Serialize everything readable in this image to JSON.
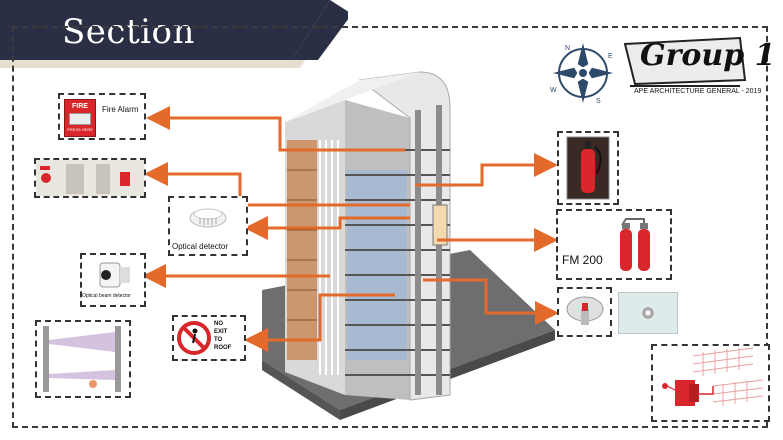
{
  "header": {
    "title": "Section"
  },
  "logo": {
    "brand": "Group 1",
    "tagline": "APE ARCHITECTURE GENERAL - 2019"
  },
  "compass": {
    "n": "N",
    "e": "E",
    "s": "S",
    "w": "W"
  },
  "devices": {
    "fire_alarm": {
      "label": "Fire Alarm",
      "panel_text": "FIRE",
      "panel_sub": "PRESS HERE"
    },
    "optical_detector": {
      "label": "Optical detector"
    },
    "optical_beam_detector": {
      "label": "Optical beam detector"
    },
    "no_exit": {
      "line1": "NO",
      "line2": "EXIT",
      "line3": "TO",
      "line4": "ROOF"
    },
    "fm200": {
      "label": "FM 200"
    }
  },
  "colors": {
    "banner": "#2b2f45",
    "banner_accent": "#e6dfcf",
    "arrow": "#e36a2b",
    "alarm_red": "#d8262b"
  }
}
